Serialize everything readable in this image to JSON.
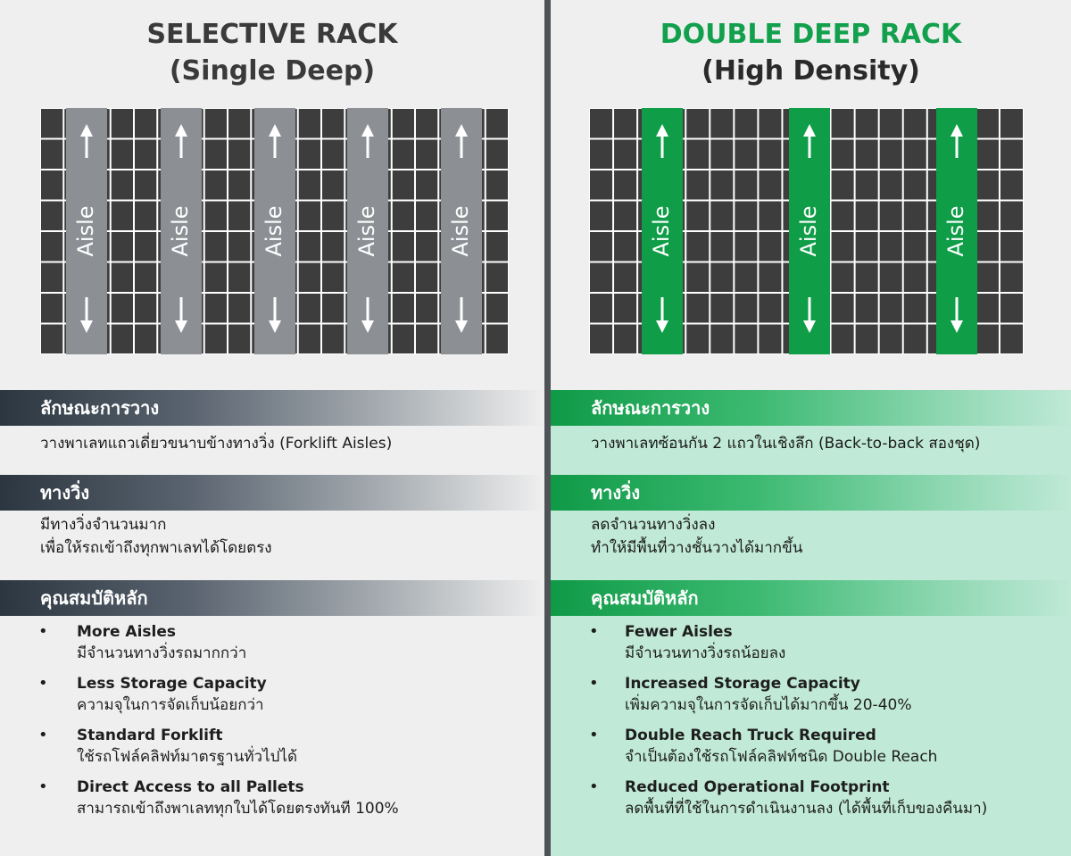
{
  "left": {
    "title_line1": "SELECTIVE RACK",
    "title_line2": "(Single Deep)",
    "rack": {
      "aisle_count": 5,
      "aisle_label": "Aisle",
      "aisle_color": "#8c9094"
    },
    "sections": [
      {
        "heading": "ลักษณะการวาง",
        "lines": [
          "วางพาเลทแถวเดี่ยวขนาบข้างทางวิ่ง (Forklift Aisles)"
        ]
      },
      {
        "heading": "ทางวิ่ง",
        "lines": [
          "มีทางวิ่งจำนวนมาก",
          "เพื่อให้รถเข้าถึงทุกพาเลทได้โดยตรง"
        ]
      },
      {
        "heading": "คุณสมบัติหลัก",
        "lines": []
      }
    ],
    "features": [
      {
        "title": "More Aisles",
        "subtitle": "มีจำนวนทางวิ่งรถมากกว่า"
      },
      {
        "title": "Less Storage Capacity",
        "subtitle": "ความจุในการจัดเก็บน้อยกว่า"
      },
      {
        "title": "Standard Forklift",
        "subtitle": "ใช้รถโฟล์คลิฟท์มาตรฐานทั่วไปได้"
      },
      {
        "title": "Direct Access to all Pallets",
        "subtitle": "สามารถเข้าถึงพาเลททุกใบได้โดยตรงทันที 100%"
      }
    ]
  },
  "right": {
    "title_line1": "DOUBLE DEEP RACK",
    "title_line2": "(High Density)",
    "title_color": "#12a04d",
    "rack": {
      "aisle_count": 3,
      "aisle_label": "Aisle",
      "aisle_color": "#0f9d48"
    },
    "sections": [
      {
        "heading": "ลักษณะการวาง",
        "lines": [
          "วางพาเลทซ้อนกัน 2 แถวในเชิงลึก (Back-to-back สองชุด)"
        ]
      },
      {
        "heading": "ทางวิ่ง",
        "lines": [
          "ลดจำนวนทางวิ่งลง",
          "ทำให้มีพื้นที่วางชั้นวางได้มากขึ้น"
        ]
      },
      {
        "heading": "คุณสมบัติหลัก",
        "lines": []
      }
    ],
    "features": [
      {
        "title": "Fewer Aisles",
        "subtitle": "มีจำนวนทางวิ่งรถน้อยลง"
      },
      {
        "title": "Increased Storage Capacity",
        "subtitle": "เพิ่มความจุในการจัดเก็บได้มากขึ้น 20-40%"
      },
      {
        "title": "Double Reach Truck Required",
        "subtitle": "จำเป็นต้องใช้รถโฟล์คลิฟท์ชนิด Double Reach"
      },
      {
        "title": "Reduced Operational Footprint",
        "subtitle": "ลดพื้นที่ที่ใช้ในการดำเนินงานลง (ได้พื้นที่เก็บของคืนมา)"
      }
    ],
    "bullet_symbol": "•"
  },
  "colors": {
    "rack_cell": "#3d3d3d",
    "rack_gap": "#ffffff"
  }
}
